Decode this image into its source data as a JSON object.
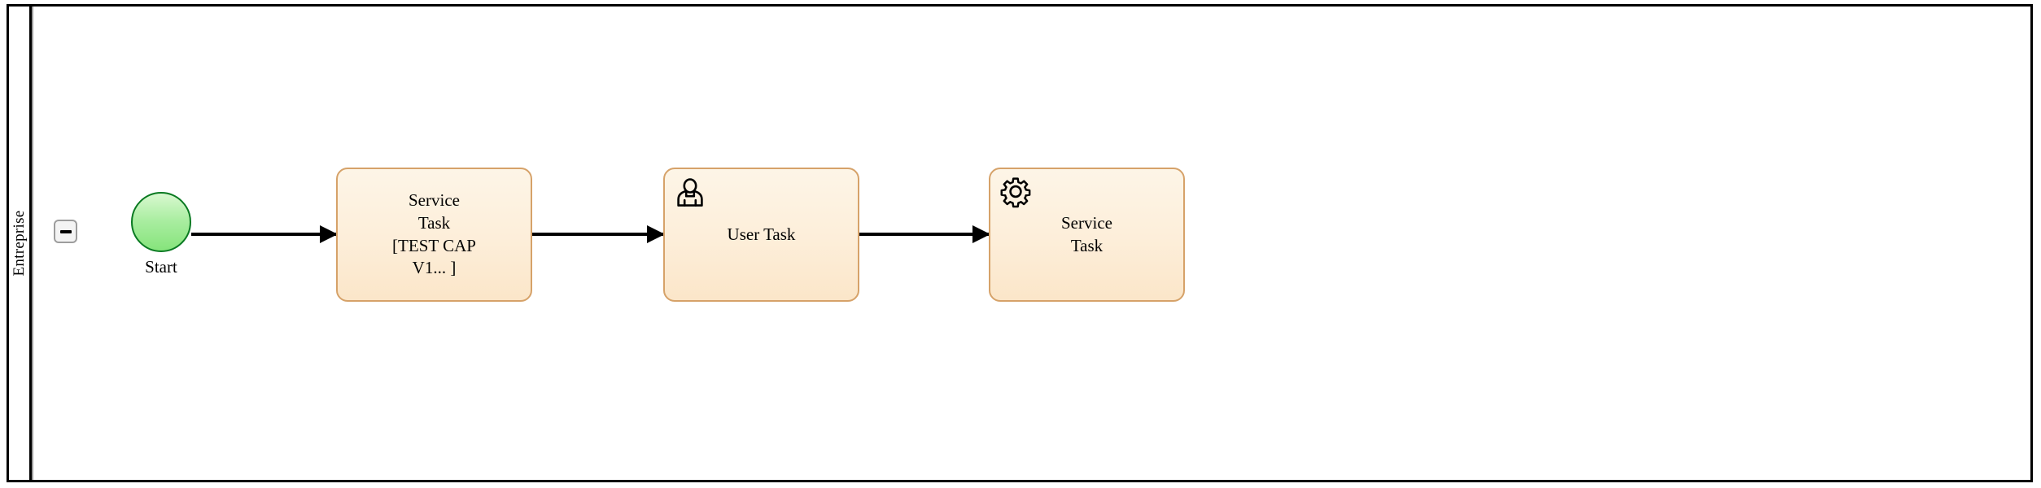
{
  "diagram": {
    "type": "bpmn-process",
    "pool": {
      "lane_label": "Entreprise",
      "collapse_button_icon": "minus-icon",
      "border_color": "#000000",
      "background": "#ffffff"
    },
    "palette": {
      "start_event_fill_top": "#d9f8d0",
      "start_event_fill_bottom": "#86e47c",
      "start_event_stroke": "#0a7a22",
      "task_fill_top": "#fdf5e7",
      "task_fill_bottom": "#fbe6c9",
      "task_stroke": "#d6a269",
      "flow_color": "#000000",
      "lane_divider": "#9a9a9a"
    },
    "nodes": [
      {
        "id": "start-event",
        "kind": "start-event",
        "label": "Start",
        "icon": "none"
      },
      {
        "id": "task-1",
        "kind": "service-task",
        "label": "Service\nTask\n[TEST CAP\nV1... ]",
        "icon": "none"
      },
      {
        "id": "task-2",
        "kind": "user-task",
        "label": "User Task",
        "icon": "user-icon"
      },
      {
        "id": "task-3",
        "kind": "service-task",
        "label": "Service\nTask",
        "icon": "gear-icon"
      }
    ],
    "flows": [
      {
        "id": "flow-1",
        "from": "start-event",
        "to": "task-1",
        "label": ""
      },
      {
        "id": "flow-2",
        "from": "task-1",
        "to": "task-2",
        "label": ""
      },
      {
        "id": "flow-3",
        "from": "task-2",
        "to": "task-3",
        "label": ""
      }
    ]
  }
}
